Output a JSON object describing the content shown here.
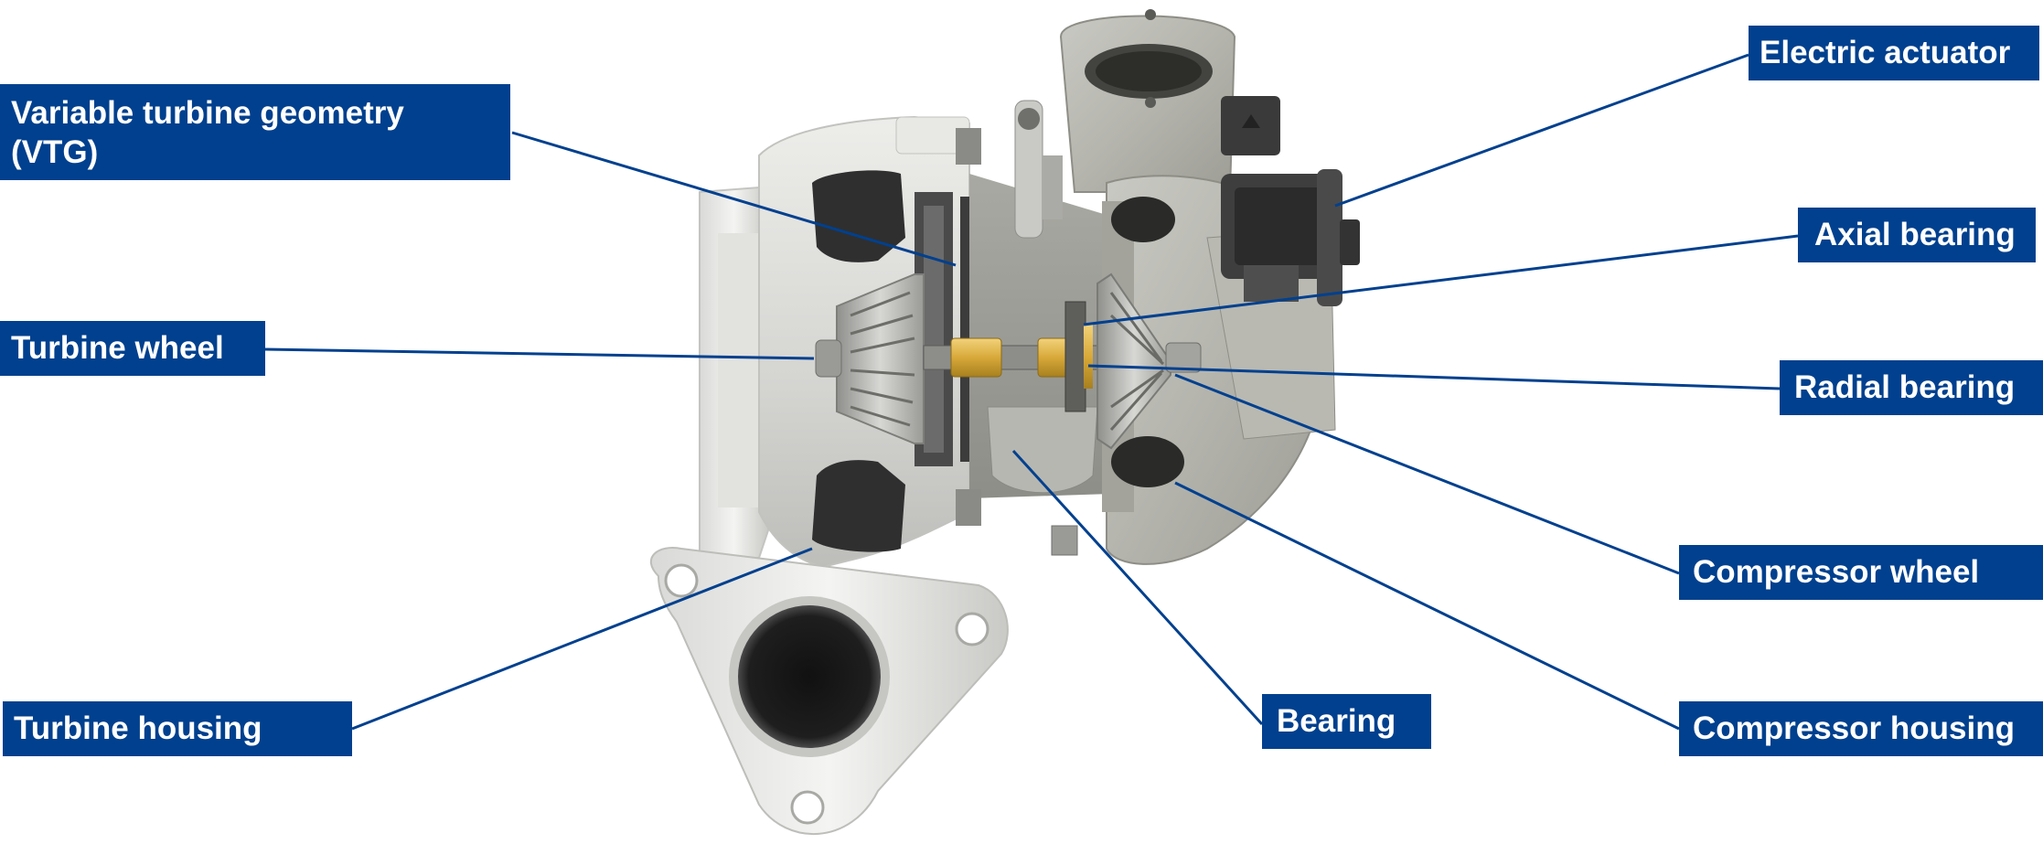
{
  "diagram": {
    "labels": {
      "vtg": "Variable turbine geometry (VTG)",
      "turbine_wheel": "Turbine wheel",
      "turbine_housing": "Turbine housing",
      "electric_actuator": "Electric actuator",
      "axial_bearing": "Axial bearing",
      "radial_bearing": "Radial bearing",
      "compressor_wheel": "Compressor wheel",
      "bearing": "Bearing",
      "compressor_housing": "Compressor housing"
    }
  },
  "colors": {
    "label_background": "#00408e",
    "label_text": "#ffffff",
    "leader_line": "#00408e"
  }
}
